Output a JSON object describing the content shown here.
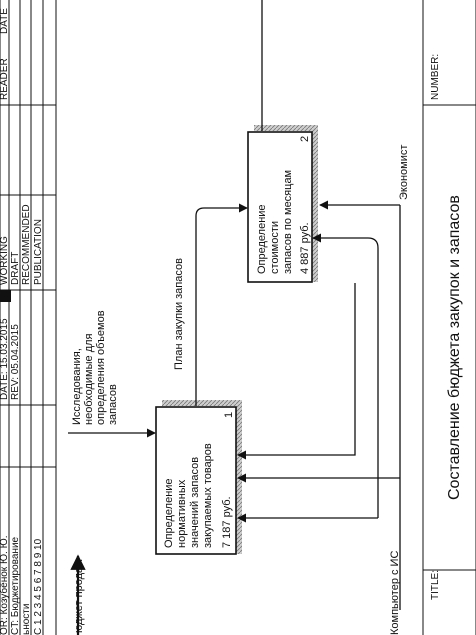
{
  "header": {
    "author": "OR:  Козубёнок Ю. Ю.",
    "project": "CT:  Бюджетирование",
    "notes_label": "ьности",
    "notes_numbers": "С 1 2 3 4 5 6 7 8 9 10",
    "date": "DATE: 15.03.2015",
    "rev": "REV:  05.04.2015",
    "status": [
      "WORKING",
      "DRAFT",
      "RECOMMENDED",
      "PUBLICATION"
    ],
    "reader": "READER",
    "date_col": "DATE"
  },
  "footer": {
    "title_label": "TITLE:",
    "title": "Составление бюджета закупок и запасов",
    "number_label": "NUMBER:"
  },
  "boxes": [
    {
      "lines": [
        "Определение",
        "нормативных",
        "значений запасов",
        "закупаемых товаров"
      ],
      "cost": "7 187 руб.",
      "number": "1"
    },
    {
      "lines": [
        "Определение",
        "стоимости",
        "запасов по месяцам"
      ],
      "cost": "4 887 руб.",
      "number": "2"
    }
  ],
  "arrows": {
    "input_budget": "юджет продаж",
    "research": [
      "Исследования,",
      "необходимые для",
      "определения объемов",
      "запасов"
    ],
    "plan": "План закупки запасов",
    "computer": "Компьютер с ИС",
    "economist": "Экономист"
  }
}
